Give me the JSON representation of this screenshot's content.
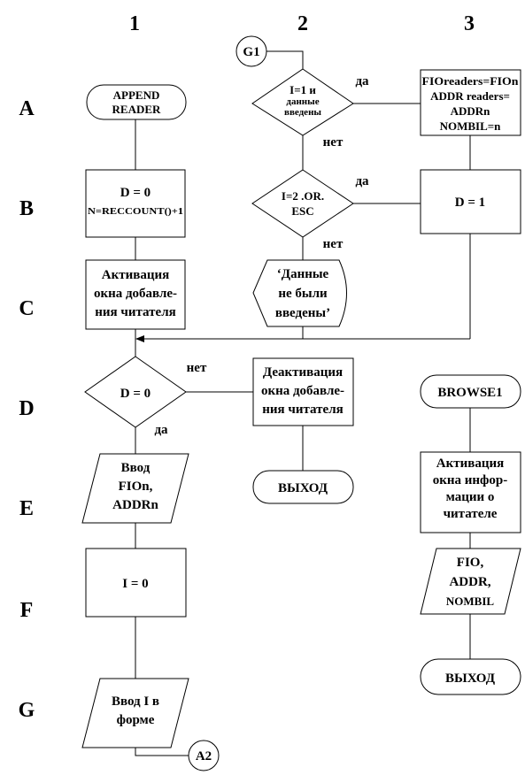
{
  "columns": [
    "1",
    "2",
    "3"
  ],
  "rows": [
    "A",
    "B",
    "C",
    "D",
    "E",
    "F",
    "G"
  ],
  "connectors": {
    "start": "G1",
    "end": "A2"
  },
  "blocks": {
    "append_reader": [
      "APPEND",
      "READER"
    ],
    "d0": [
      "D = 0",
      "N=RECCOUNT()+1"
    ],
    "activate_add": [
      "Активация",
      "окна добавле-",
      "ния читателя"
    ],
    "dec_d0": "D = 0",
    "input_fio": [
      "Ввод",
      "FIOn,",
      "ADDRn"
    ],
    "i0": "I = 0",
    "input_i": [
      "Ввод I в",
      "форме"
    ],
    "dec_i1": [
      "I=1 и",
      "данные",
      "введены"
    ],
    "dec_i2": [
      "I=2 .OR.",
      "ESC"
    ],
    "msg_not_entered": [
      "‘Данные",
      "не были",
      "введены’"
    ],
    "deactivate_add": [
      "Деактивация",
      "окна добавле-",
      "ния читателя"
    ],
    "exit1": "ВЫХОД",
    "assign": [
      "FIOreaders=FIOn",
      "ADDR readers=",
      "ADDRn",
      "NOMBIL=n"
    ],
    "d1": "D = 1",
    "browse1": "BROWSE1",
    "activate_info": [
      "Активация",
      "окна инфор-",
      "мации о",
      "читателе"
    ],
    "output_fio": [
      "FIO,",
      "ADDR,",
      "NOMBIL"
    ],
    "exit2": "ВЫХОД"
  },
  "labels": {
    "yes": "да",
    "no": "нет"
  }
}
